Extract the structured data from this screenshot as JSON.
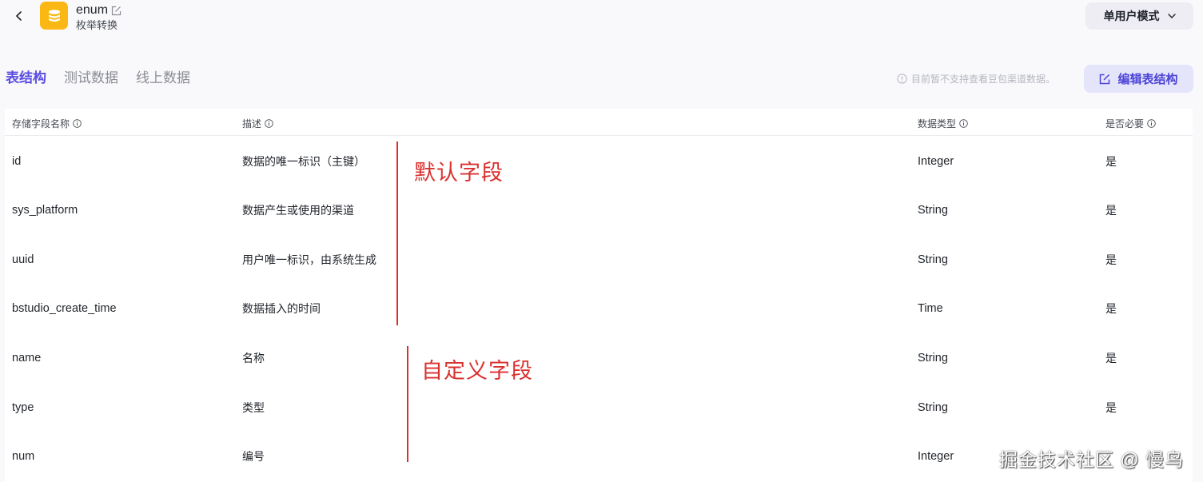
{
  "header": {
    "title": "enum",
    "subtitle": "枚举转换",
    "mode_select": "单用户模式",
    "icons": {
      "back": "chevron-left-icon",
      "app": "database-icon",
      "edit_title": "edit-icon",
      "dropdown": "chevron-down-icon"
    }
  },
  "tabs": [
    {
      "label": "表结构",
      "active": true
    },
    {
      "label": "测试数据",
      "active": false
    },
    {
      "label": "线上数据",
      "active": false
    }
  ],
  "notice": "目前暂不支持查看豆包渠道数据。",
  "edit_button": "编辑表结构",
  "colors": {
    "accent": "#5b4ee0",
    "button_bg": "#e4e4fb",
    "app_icon": "#fbb714",
    "annotation": "#d9312f"
  },
  "table": {
    "columns": [
      "存储字段名称",
      "描述",
      "数据类型",
      "是否必要"
    ],
    "rows": [
      {
        "name": "id",
        "desc": "数据的唯一标识（主键）",
        "type": "Integer",
        "required": "是"
      },
      {
        "name": "sys_platform",
        "desc": "数据产生或使用的渠道",
        "type": "String",
        "required": "是"
      },
      {
        "name": "uuid",
        "desc": "用户唯一标识，由系统生成",
        "type": "String",
        "required": "是"
      },
      {
        "name": "bstudio_create_time",
        "desc": "数据插入的时间",
        "type": "Time",
        "required": "是"
      },
      {
        "name": "name",
        "desc": "名称",
        "type": "String",
        "required": "是"
      },
      {
        "name": "type",
        "desc": "类型",
        "type": "String",
        "required": "是"
      },
      {
        "name": "num",
        "desc": "编号",
        "type": "Integer",
        "required": ""
      }
    ]
  },
  "annotations": {
    "default_fields": "默认字段",
    "custom_fields": "自定义字段"
  },
  "watermark": "掘金技术社区 @ 慢鸟"
}
